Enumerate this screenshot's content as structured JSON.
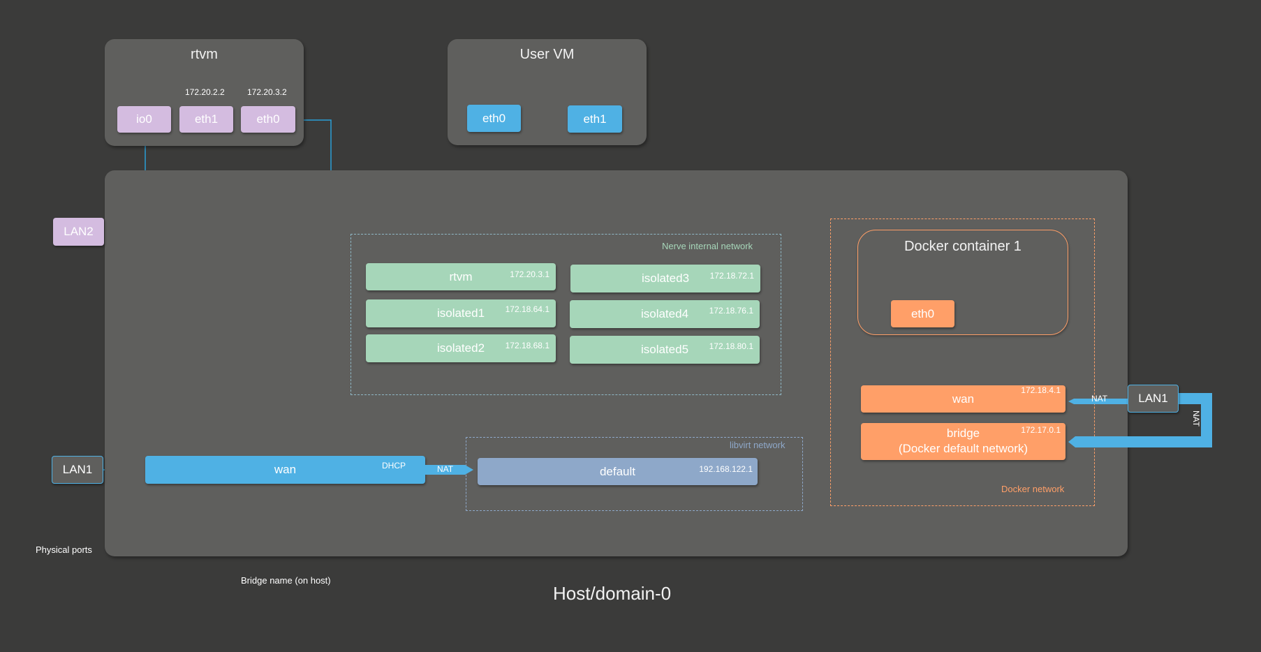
{
  "rtvm": {
    "title": "rtvm",
    "interfaces": [
      {
        "label": "io0",
        "ip": ""
      },
      {
        "label": "eth1",
        "ip": "172.20.2.2"
      },
      {
        "label": "eth0",
        "ip": "172.20.3.2"
      }
    ]
  },
  "user_vm": {
    "title": "User VM",
    "interfaces": [
      {
        "label": "eth0"
      },
      {
        "label": "eth1"
      }
    ]
  },
  "physical_ports": {
    "caption": "Physical ports",
    "lan2": "LAN2",
    "lan1_left": "LAN1",
    "lan1_right": "LAN1"
  },
  "nerve_network": {
    "label": "Nerve internal network",
    "bridges": [
      {
        "name": "rtvm",
        "ip": "172.20.3.1"
      },
      {
        "name": "isolated1",
        "ip": "172.18.64.1"
      },
      {
        "name": "isolated2",
        "ip": "172.18.68.1"
      },
      {
        "name": "isolated3",
        "ip": "172.18.72.1"
      },
      {
        "name": "isolated4",
        "ip": "172.18.76.1"
      },
      {
        "name": "isolated5",
        "ip": "172.18.80.1"
      }
    ]
  },
  "host_wan": {
    "name": "wan",
    "tag": "DHCP",
    "nat": "NAT"
  },
  "libvirt_network": {
    "label": "libvirt network",
    "bridge": {
      "name": "default",
      "ip": "192.168.122.1"
    }
  },
  "docker": {
    "container_title": "Docker container 1",
    "container_iface": "eth0",
    "network_label": "Docker network",
    "wan": {
      "name": "wan",
      "ip": "172.18.4.1"
    },
    "bridge": {
      "name": "bridge",
      "subtitle": "(Docker default network)",
      "ip": "172.17.0.1"
    },
    "nat_wan": "NAT",
    "nat_bridge": "NAT"
  },
  "captions": {
    "bridge_name": "Bridge name (on host)",
    "host": "Host/domain-0"
  },
  "colors": {
    "background": "#3b3b3a",
    "panel": "#5f5f5d",
    "rtvm_iface": "#d4bce0",
    "uservm_iface": "#4fb1e4",
    "nerve_bridge": "#a6d6b9",
    "docker": "#ff9f68",
    "libvirt_bridge": "#8ea8c9",
    "link_line": "#2a9fd6"
  }
}
